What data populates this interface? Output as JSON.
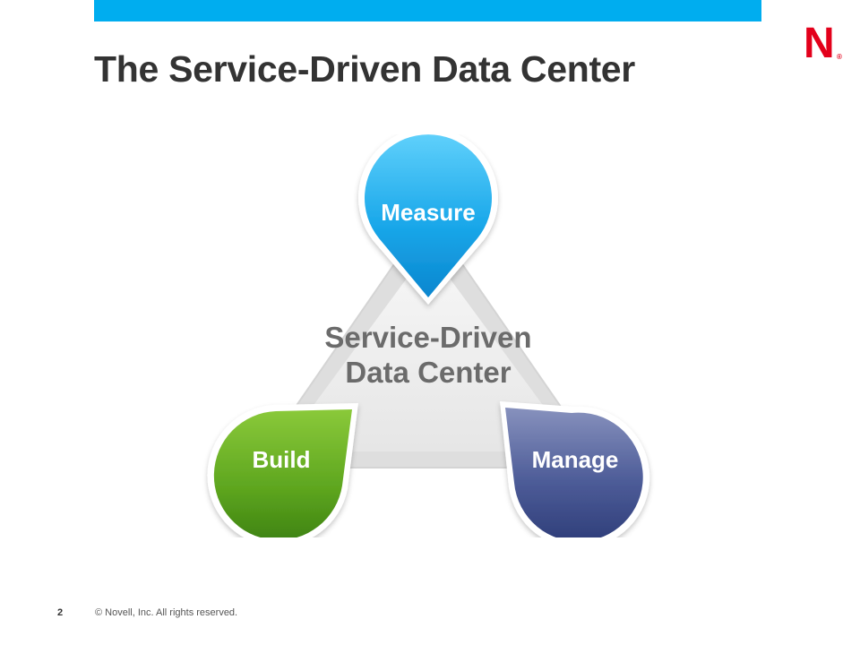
{
  "slide": {
    "title": "The Service-Driven Data Center",
    "page_number": "2",
    "copyright": "© Novell, Inc.  All rights reserved.",
    "logo_letter": "N",
    "logo_mark": "®"
  },
  "diagram": {
    "center_line1": "Service-Driven",
    "center_line2": "Data Center",
    "nodes": {
      "measure": "Measure",
      "build": "Build",
      "manage": "Manage"
    }
  },
  "colors": {
    "accent_bar": "#00adef",
    "logo_red": "#e3001b",
    "measure": "#19a9ea",
    "build": "#5ea61f",
    "manage": "#4a5a94",
    "title_text": "#333333",
    "center_text": "#6b6b6b"
  }
}
